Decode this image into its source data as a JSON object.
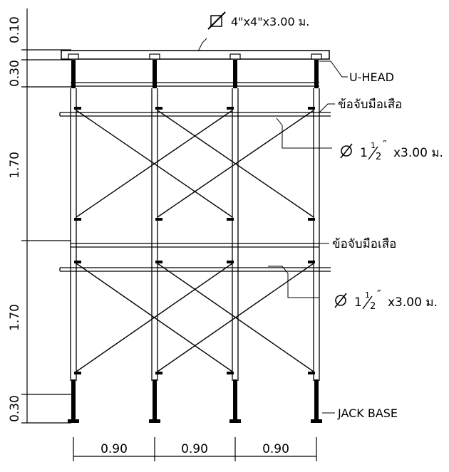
{
  "timber_label": "4\"x4\"x3.00 ม.",
  "uhead_label": "U-HEAD",
  "clamp_label": "ข้อจับมือเสือ",
  "pipe_fraction_num": "1",
  "pipe_fraction_den": "2",
  "pipe_label_prefix": "1",
  "pipe_label_suffix": "x3.00 ม.",
  "jack_base_label": "JACK BASE",
  "vertical_dims": [
    "0.10",
    "0.30",
    "1.70",
    "1.70",
    "0.30"
  ],
  "horizontal_dims": [
    "0.90",
    "0.90",
    "0.90"
  ]
}
